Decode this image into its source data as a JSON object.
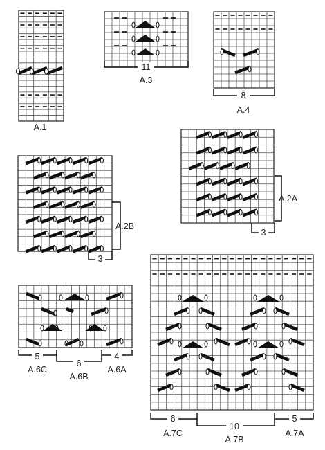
{
  "charts": [
    {
      "id": "a1",
      "name": "A.1",
      "rows": 19,
      "cols": 6,
      "cells": 1
    },
    {
      "id": "a3",
      "name": "A.3",
      "span": "11",
      "rows": 8,
      "cols": 11,
      "cells": 11
    },
    {
      "id": "a4",
      "name": "A.4",
      "span": "8",
      "rows": 11,
      "cols": 8,
      "cells": 8
    },
    {
      "id": "a2",
      "name": "A.2A",
      "span": "3",
      "rows": 12,
      "cols": 12,
      "cells": 3
    },
    {
      "id": "a2b",
      "name": "A.2B",
      "span": "3",
      "rows": 13,
      "cols": 12,
      "cells": 3
    },
    {
      "id": "a6",
      "rows": 8,
      "cols": 15,
      "sections": [
        {
          "name": "A.6C",
          "span": "5",
          "cells": 5
        },
        {
          "name": "A.6B",
          "span": "6",
          "cells": 6
        },
        {
          "name": "A.6A",
          "span": "4",
          "cells": 4
        }
      ]
    },
    {
      "id": "a7",
      "rows": 20,
      "cols": 21,
      "sections": [
        {
          "name": "A.7C",
          "span": "6",
          "cells": 6
        },
        {
          "name": "A.7B",
          "span": "10",
          "cells": 10
        },
        {
          "name": "A.7A",
          "span": "5",
          "cells": 5
        }
      ]
    }
  ],
  "symbols": [
    {
      "name": "purl-dash"
    },
    {
      "name": "cable-stitch-bar"
    },
    {
      "name": "decrease-triangle"
    }
  ]
}
